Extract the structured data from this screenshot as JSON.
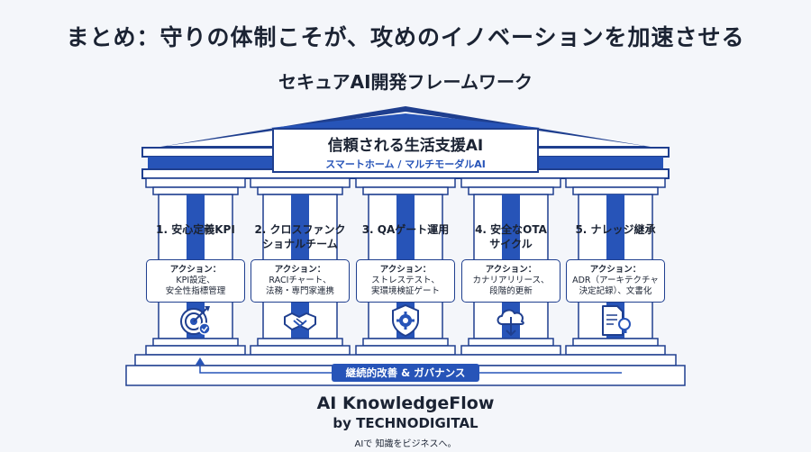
{
  "title": "まとめ：守りの体制こそが、攻めのイノベーションを加速させる",
  "subtitle": "セキュアAI開発フレームワーク",
  "pediment": {
    "main": "信頼される生活支援AI",
    "sub": "スマートホーム / マルチモーダルAI"
  },
  "pillars": [
    {
      "title_l1": "1. 安心定義KPI",
      "title_l2": "",
      "action_label": "アクション：",
      "action_l1": "KPI設定、",
      "action_l2": "安全性指標管理",
      "icon": "target-icon"
    },
    {
      "title_l1": "2. クロスファンク",
      "title_l2": "ショナルチーム",
      "action_label": "アクション：",
      "action_l1": "RACIチャート、",
      "action_l2": "法務・専門家連携",
      "icon": "handshake-icon"
    },
    {
      "title_l1": "3. QAゲート運用",
      "title_l2": "",
      "action_label": "アクション：",
      "action_l1": "ストレステスト、",
      "action_l2": "実環境検証ゲート",
      "icon": "shield-gear-icon"
    },
    {
      "title_l1": "4. 安全なOTA",
      "title_l2": "サイクル",
      "action_label": "アクション：",
      "action_l1": "カナリアリリース、",
      "action_l2": "段階的更新",
      "icon": "cloud-update-icon"
    },
    {
      "title_l1": "5. ナレッジ継承",
      "title_l2": "",
      "action_label": "アクション：",
      "action_l1": "ADR（アーキテクチャ",
      "action_l2": "決定記録）、文書化",
      "icon": "document-idea-icon"
    }
  ],
  "foundation_banner": "継続的改善 & ガバナンス",
  "brand": {
    "name": "AI KnowledgeFlow",
    "by": "by TECHNODIGITAL",
    "tagline": "AIで 知識をビジネスへ。"
  },
  "colors": {
    "primary": "#1f3f8f",
    "accent": "#2754b8",
    "column": "#ffffff",
    "background": "#f4f6fa"
  }
}
